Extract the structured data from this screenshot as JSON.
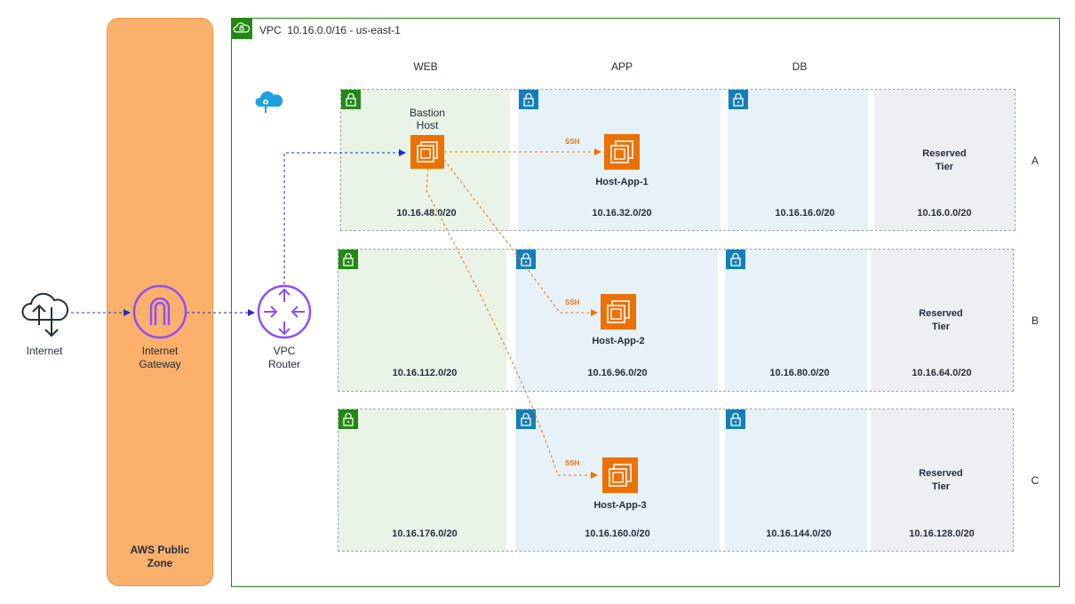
{
  "zone": {
    "label": "AWS Public Zone",
    "label_line1": "AWS Public",
    "label_line2": "Zone"
  },
  "vpc": {
    "title": "VPC  10.16.0.0/16 - us-east-1"
  },
  "columns": {
    "web": "WEB",
    "app": "APP",
    "db": "DB"
  },
  "rows": [
    {
      "label": "A",
      "web_cidr": "10.16.48.0/20",
      "app_cidr": "10.16.32.0/20",
      "db_cidr": "10.16.16.0/20",
      "reserved_cidr": "10.16.0.0/20"
    },
    {
      "label": "B",
      "web_cidr": "10.16.112.0/20",
      "app_cidr": "10.16.96.0/20",
      "db_cidr": "10.16.80.0/20",
      "reserved_cidr": "10.16.64.0/20"
    },
    {
      "label": "C",
      "web_cidr": "10.16.176.0/20",
      "app_cidr": "10.16.160.0/20",
      "db_cidr": "10.16.144.0/20",
      "reserved_cidr": "10.16.128.0/20"
    }
  ],
  "reserved": {
    "line1": "Reserved",
    "line2": "Tier"
  },
  "nodes": {
    "internet": "Internet",
    "igw_line1": "Internet",
    "igw_line2": "Gateway",
    "router_line1": "VPC",
    "router_line2": "Router",
    "bastion_line1": "Bastion",
    "bastion_line2": "Host",
    "app1": "Host-App-1",
    "app2": "Host-App-2",
    "app3": "Host-App-3"
  },
  "edges": {
    "ssh": "SSH"
  },
  "colors": {
    "public_zone": "#fbb06b",
    "vpc_border": "#248814",
    "public_subnet": "#248814",
    "private_subnet": "#147eba",
    "ec2": "#ed7100",
    "router": "#8c4fff",
    "igw": "#8c4fff",
    "link": "#1c2cd1",
    "ssh_link": "#ed7100"
  },
  "icons": [
    "cloud-internet-icon",
    "internet-gateway-icon",
    "vpc-router-icon",
    "ec2-instance-icon",
    "subnet-lock-icon",
    "vpc-cloud-icon",
    "key-cloud-icon"
  ]
}
